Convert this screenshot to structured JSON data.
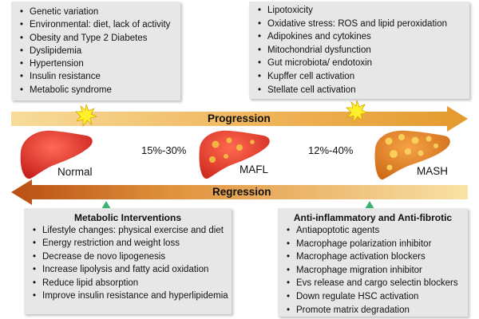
{
  "risk_factors": [
    "Genetic variation",
    "Environmental: diet,  lack of activity",
    "Obesity and Type 2 Diabetes",
    "Dyslipidemia",
    "Hypertension",
    "Insulin resistance",
    "Metabolic syndrome"
  ],
  "mechanisms": [
    "Lipotoxicity",
    "Oxidative stress: ROS  and lipid peroxidation",
    "Adipokines and cytokines",
    "Mitochondrial dysfunction",
    "Gut microbiota/ endotoxin",
    "Kupffer cell activation",
    "Stellate cell activation"
  ],
  "progression_label": "Progression",
  "regression_label": "Regression",
  "stages": {
    "normal": "Normal",
    "mafl": "MAFL",
    "mash": "MASH"
  },
  "transitions": {
    "normal_to_mafl": "15%-30%",
    "mafl_to_mash": "12%-40%"
  },
  "metabolic": {
    "title": "Metabolic Interventions",
    "items": [
      "Lifestyle changes: physical exercise and diet",
      "Energy restriction and weight loss",
      "Decrease de novo lipogenesis",
      "Increase lipolysis and fatty acid oxidation",
      "Reduce lipid absorption",
      "Improve insulin resistance and hyperlipidemia"
    ]
  },
  "anti": {
    "title": "Anti-inflammatory and Anti-fibrotic",
    "items": [
      "Antiapoptotic agents",
      "Macrophage polarization inhibitor",
      "Macrophage activation blockers",
      "Macrophage migration inhibitor",
      "Evs release and cargo selectin blockers",
      "Down regulate HSC activation",
      "Promote matrix degradation"
    ]
  },
  "colors": {
    "arrow_light": "#f7dc9a",
    "arrow_dark": "#b94e14",
    "liver_normal": "#e0322c",
    "liver_mafl": "#e63d2b",
    "liver_mash": "#e8892a",
    "fat_spot": "#f6c244",
    "marker": "#3cb371",
    "burst": "#fff02a"
  }
}
